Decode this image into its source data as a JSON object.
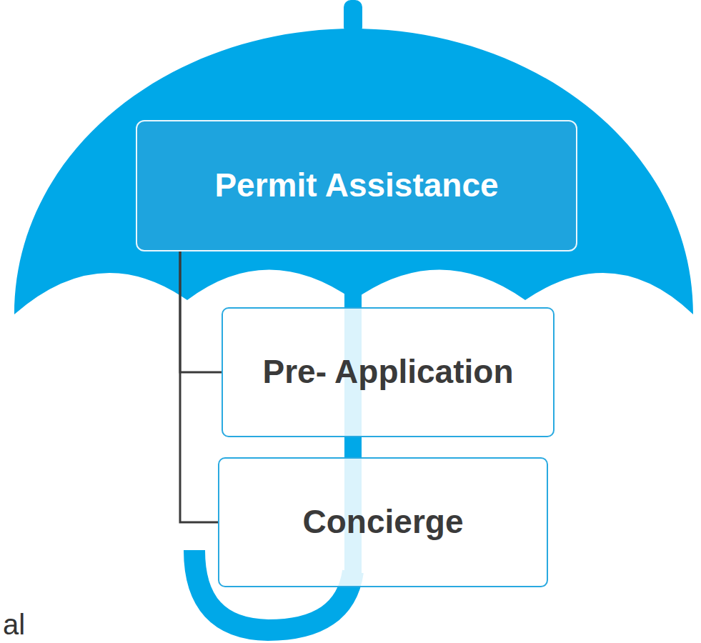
{
  "diagram": {
    "nodes": [
      {
        "text": [
          "Permit Assistance"
        ]
      },
      {
        "text": [
          "Pre- Application"
        ]
      },
      {
        "text": [
          "Concierge"
        ]
      }
    ],
    "edges": [
      {
        "from": 0,
        "to": 1,
        "arrow": "none"
      },
      {
        "from": 0,
        "to": 2,
        "arrow": "none"
      }
    ],
    "labels": [
      "al"
    ]
  }
}
